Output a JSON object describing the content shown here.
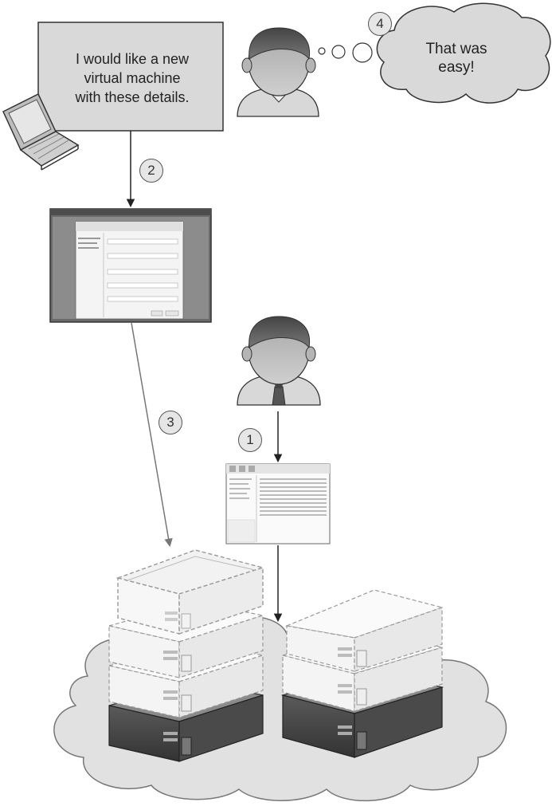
{
  "request_bubble": {
    "lines": [
      "I would like a new",
      "virtual machine",
      "with these details."
    ]
  },
  "thought_bubble": {
    "lines": [
      "That was",
      "easy!"
    ]
  },
  "steps": {
    "one": "1",
    "two": "2",
    "three": "3",
    "four": "4"
  },
  "colors": {
    "stroke": "#333333",
    "bubble_fill": "#d9d9d9",
    "cloud_fill": "#e1e1e1",
    "dark_server": "#4a4a4a",
    "light_server": "#f4f4f4"
  },
  "icons": {
    "requester": "requester-person-icon",
    "administrator": "administrator-person-icon",
    "laptop": "laptop-icon",
    "self_service_portal": "vm-request-form-screenshot",
    "management_console": "management-console-screenshot",
    "servers": "server-rack-icon",
    "private_cloud": "cloud-icon"
  }
}
